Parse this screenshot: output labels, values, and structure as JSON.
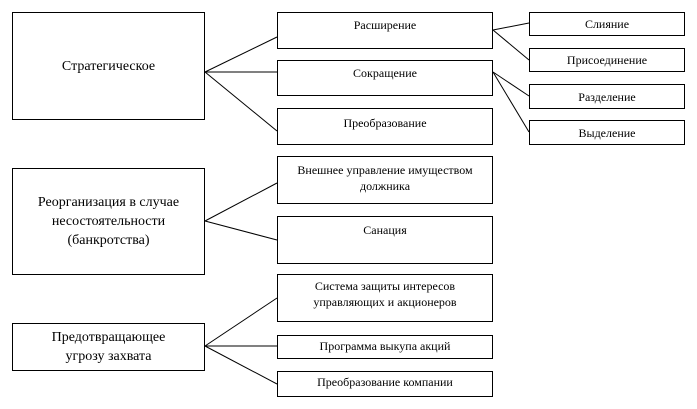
{
  "categories": {
    "strategic": {
      "label": "Стратегическое",
      "items": {
        "expansion": "Расширение",
        "reduction": "Сокращение",
        "transformation": "Преобразование"
      },
      "subitems": {
        "merger": "Слияние",
        "acquisition": "Присоединение",
        "division": "Разделение",
        "spinoff": "Выделение"
      }
    },
    "bankruptcy": {
      "label_line1": "Реорганизация в случае",
      "label_line2": "несостоятельности",
      "label_line3": "(банкротства)",
      "items": {
        "external_line1": "Внешнее управление имуществом",
        "external_line2": "должника",
        "sanation": "Санация"
      }
    },
    "takeover": {
      "label_line1": "Предотвращающее",
      "label_line2": "угрозу захвата",
      "items": {
        "protection_line1": "Система защиты интересов",
        "protection_line2": "управляющих и акционеров",
        "buyback": "Программа выкупа акций",
        "company_transformation": "Преобразование компании"
      }
    }
  }
}
